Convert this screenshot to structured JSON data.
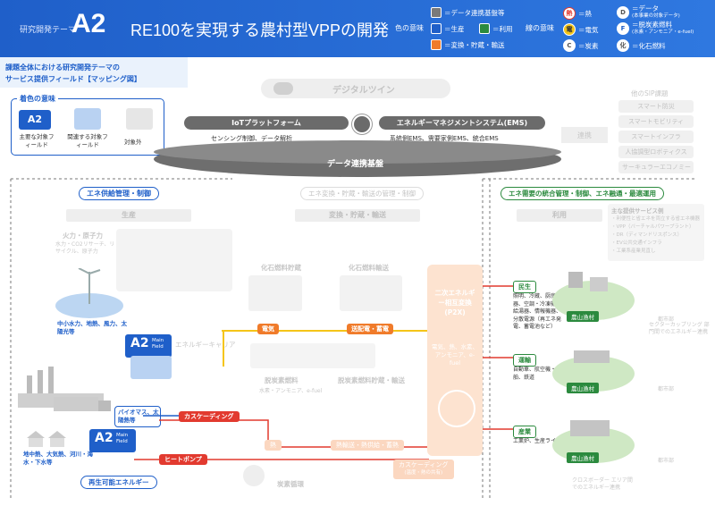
{
  "header": {
    "theme_label": "研究開発テーマ",
    "code": "A2",
    "title": "RE100を実現する農村型VPPの開発",
    "legend": {
      "color_meaning": "色の意味",
      "line_meaning": "線の意味",
      "items": [
        {
          "label": "＝データ連携基盤等",
          "color": "#7a7a7a"
        },
        {
          "label": "＝生産",
          "color": "#1f5fc9"
        },
        {
          "label": "＝利用",
          "color": "#2b8a3e"
        },
        {
          "label": "＝変換・貯蔵・輸送",
          "color": "#f07b2a"
        }
      ],
      "lines": [
        {
          "icon": "熱",
          "label": "＝熱"
        },
        {
          "icon": "電",
          "label": "＝電気"
        },
        {
          "icon": "C",
          "label": "＝炭素"
        },
        {
          "icon": "D",
          "label": "＝データ",
          "sub": "(本事業の対象データ)"
        },
        {
          "icon": "F",
          "label": "＝脱炭素燃料",
          "sub": "(水素・アンモニア・e-fuel)"
        },
        {
          "icon": "化",
          "label": "＝化石燃料"
        }
      ]
    }
  },
  "band": {
    "line1": "課題全体における研究開発テーマの",
    "line2": "サービス提供フィールド【マッピング図】"
  },
  "color_box": {
    "title": "着色の意味",
    "main": "主要な対象フィールド",
    "related": "関連する対象フィールド",
    "outside": "対象外",
    "badge_code": "A2",
    "badge_sub": "Main Field"
  },
  "top": {
    "digital_twin": "デジタルツイン",
    "iot": "IoTプラットフォーム",
    "iot_sub": "センシング制御、データ解析",
    "ems": "エネルギーマネジメントシステム(EMS)",
    "ems_sub": "系統側EMS、需要家側EMS、統合EMS",
    "base": "データ連携基盤",
    "link": "連携"
  },
  "sip": {
    "title": "他のSIP課題",
    "items": [
      "スマート防災",
      "スマートモビリティ",
      "スマートインフラ",
      "人協調型ロボティクス",
      "サーキュラーエコノミー"
    ]
  },
  "sections": {
    "supply_mgmt": "エネ供給管理・制御",
    "convert_mgmt": "エネ変換・貯蔵・輸送の管理・制御",
    "demand_mgmt": "エネ需要の統合管理・制御、エネ融通・最適運用",
    "production": "生産",
    "conversion": "変換・貯蔵・輸送",
    "use": "利用",
    "renewable": "再生可能エネルギー"
  },
  "supply": {
    "fire": "火力・原子力",
    "fire_sub": "水力・CO2リサーチ、リサイクル、原子力",
    "small_hydro": "中小水力、地熱、風力、太陽光等",
    "biomass": "バイオマス、太陽熱等",
    "geothermal": "地中熱、大気熱、河川・海水・下水等",
    "energy_carrier": "エネルギーキャリア"
  },
  "conversion": {
    "fossil_store": "化石燃料貯蔵",
    "fossil_transport": "化石燃料輸送",
    "electricity": "電気",
    "power_dist": "送配電・蓄電",
    "decarbon_fuel": "脱炭素燃料",
    "decarbon_sub": "水素・アンモニア、e-fuel",
    "decarbon_store": "脱炭素燃料貯蔵・輸送",
    "heat": "熱",
    "heat_transport": "熱輸送・熱供給・蓄熱",
    "cascading": "カスケーディング",
    "cascading_sub": "(温度・熱の共有)",
    "carbon_cycle": "炭素循環",
    "cascade_line": "カスケーディング",
    "heat_pump": "ヒートポンプ",
    "p2x_title": "二次エネルギー相互変換(P2X)",
    "p2x_sub": "電気、熱、水素、アンモニア、e-fuel"
  },
  "use": {
    "service_title": "主な提供サービス例",
    "service_items": [
      "・利便性と省エネを両立する省エネ機器",
      "・VPP（バーチャルパワープラント）",
      "・DR（ディマンドリスポンス）",
      "・EV公共交通インフラ",
      "・工業系産業見直し"
    ],
    "livelihood": "民生",
    "livelihood_list": "照明、冷蔵、厨房機器、空調・冷凍機、給湯器、情報機器、分散電源（再エネ発電、蓄電池など）",
    "transport": "運輸",
    "transport_list": "自動車、航空機・船舶、鉄道",
    "industry": "産業",
    "industry_list": "工業炉、生産ライン",
    "village": "農山漁村",
    "city": "都市部",
    "sector_coupling": "セクターカップリング 部門間でのエネルギー連携",
    "cross_border": "クロスボーダー エリア間でのエネルギー連携"
  }
}
